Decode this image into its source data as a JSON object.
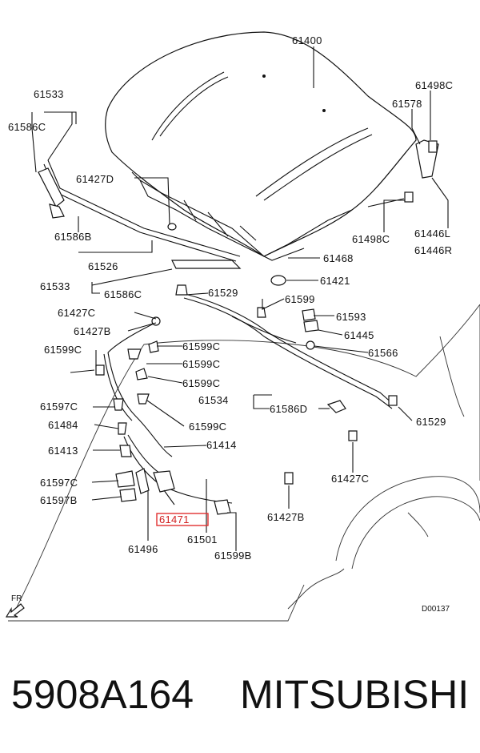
{
  "diagram": {
    "code": "D00137",
    "direction": "FR",
    "labels": [
      "61400",
      "61498C",
      "61578",
      "61533",
      "61586C",
      "61427D",
      "61446L",
      "61446R",
      "61498C",
      "61586B",
      "61526",
      "61468",
      "61533",
      "61586C",
      "61529",
      "61421",
      "61427C",
      "61599",
      "61427B",
      "61593",
      "61445",
      "61599C",
      "61566",
      "61599C",
      "61599C",
      "61599C",
      "61597C",
      "61534",
      "61586D",
      "61529",
      "61484",
      "61599C",
      "61413",
      "61414",
      "61597C",
      "61427C",
      "61597B",
      "61471",
      "61427B",
      "61501",
      "61496",
      "61599B"
    ],
    "highlighted": "61471"
  },
  "footer": {
    "part_number": "5908A164",
    "brand": "MITSUBISHI"
  }
}
